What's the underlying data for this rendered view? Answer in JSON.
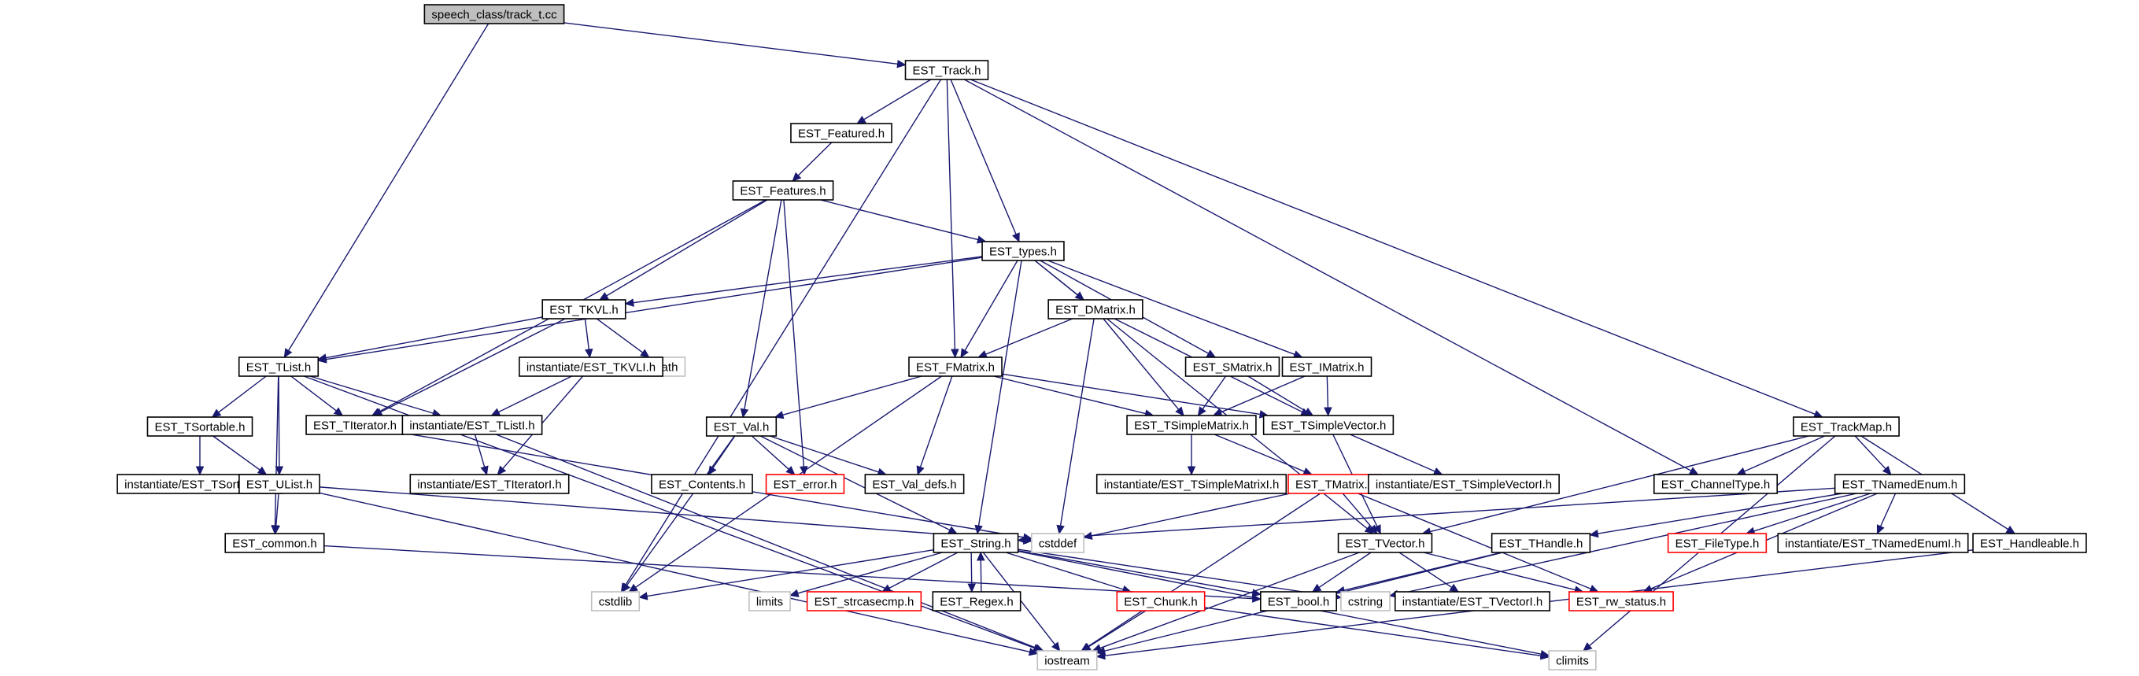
{
  "diagram": {
    "kind": "include-dependency-graph",
    "colors": {
      "edge": "#191970",
      "root_fill": "#bfbfbf",
      "normal_border": "#000000",
      "truncated_border": "#ff0000",
      "system_border": "#bfbfbf",
      "system_text": "#555555"
    },
    "nodes": [
      {
        "id": "track_t",
        "label": "speech_class/track_t.cc",
        "style": "root"
      },
      {
        "id": "track",
        "label": "EST_Track.h",
        "style": "normal"
      },
      {
        "id": "featured",
        "label": "EST_Featured.h",
        "style": "normal"
      },
      {
        "id": "features",
        "label": "EST_Features.h",
        "style": "normal"
      },
      {
        "id": "types",
        "label": "EST_types.h",
        "style": "normal"
      },
      {
        "id": "tkvl",
        "label": "EST_TKVL.h",
        "style": "normal"
      },
      {
        "id": "cmath",
        "label": "cmath",
        "style": "system"
      },
      {
        "id": "tlist",
        "label": "EST_TList.h",
        "style": "normal"
      },
      {
        "id": "inst_tkvli",
        "label": "instantiate/EST_TKVLI.h",
        "style": "normal"
      },
      {
        "id": "dmatrix",
        "label": "EST_DMatrix.h",
        "style": "normal"
      },
      {
        "id": "smatrix",
        "label": "EST_SMatrix.h",
        "style": "normal"
      },
      {
        "id": "imatrix",
        "label": "EST_IMatrix.h",
        "style": "normal"
      },
      {
        "id": "fmatrix",
        "label": "EST_FMatrix.h",
        "style": "normal"
      },
      {
        "id": "tsortable",
        "label": "EST_TSortable.h",
        "style": "normal"
      },
      {
        "id": "titerator",
        "label": "EST_TIterator.h",
        "style": "normal"
      },
      {
        "id": "inst_tlisti",
        "label": "instantiate/EST_TListI.h",
        "style": "normal"
      },
      {
        "id": "val",
        "label": "EST_Val.h",
        "style": "normal"
      },
      {
        "id": "tsimplematrix",
        "label": "EST_TSimpleMatrix.h",
        "style": "normal"
      },
      {
        "id": "tsimplevector",
        "label": "EST_TSimpleVector.h",
        "style": "normal"
      },
      {
        "id": "trackmap",
        "label": "EST_TrackMap.h",
        "style": "normal"
      },
      {
        "id": "inst_tsortablei",
        "label": "instantiate/EST_TSortableI.h",
        "style": "normal"
      },
      {
        "id": "ulist",
        "label": "EST_UList.h",
        "style": "normal"
      },
      {
        "id": "inst_titeratori",
        "label": "instantiate/EST_TIteratorI.h",
        "style": "normal"
      },
      {
        "id": "contents",
        "label": "EST_Contents.h",
        "style": "normal"
      },
      {
        "id": "error",
        "label": "EST_error.h",
        "style": "truncated"
      },
      {
        "id": "val_defs",
        "label": "EST_Val_defs.h",
        "style": "normal"
      },
      {
        "id": "inst_tsimplematrixi",
        "label": "instantiate/EST_TSimpleMatrixI.h",
        "style": "normal"
      },
      {
        "id": "tmatrix",
        "label": "EST_TMatrix.h",
        "style": "truncated"
      },
      {
        "id": "inst_tsimplevectori",
        "label": "instantiate/EST_TSimpleVectorI.h",
        "style": "normal"
      },
      {
        "id": "channeltype",
        "label": "EST_ChannelType.h",
        "style": "normal"
      },
      {
        "id": "tnamedenum",
        "label": "EST_TNamedEnum.h",
        "style": "normal"
      },
      {
        "id": "common",
        "label": "EST_common.h",
        "style": "normal"
      },
      {
        "id": "string",
        "label": "EST_String.h",
        "style": "normal"
      },
      {
        "id": "cstddef",
        "label": "cstddef",
        "style": "system"
      },
      {
        "id": "tvector",
        "label": "EST_TVector.h",
        "style": "normal"
      },
      {
        "id": "thandle",
        "label": "EST_THandle.h",
        "style": "normal"
      },
      {
        "id": "filetype",
        "label": "EST_FileType.h",
        "style": "truncated"
      },
      {
        "id": "inst_tnamedenumi",
        "label": "instantiate/EST_TNamedEnumI.h",
        "style": "normal"
      },
      {
        "id": "handleable",
        "label": "EST_Handleable.h",
        "style": "normal"
      },
      {
        "id": "cstdlib",
        "label": "cstdlib",
        "style": "system"
      },
      {
        "id": "limits",
        "label": "limits",
        "style": "system"
      },
      {
        "id": "strcasecmp",
        "label": "EST_strcasecmp.h",
        "style": "truncated"
      },
      {
        "id": "regex",
        "label": "EST_Regex.h",
        "style": "normal"
      },
      {
        "id": "chunk",
        "label": "EST_Chunk.h",
        "style": "truncated"
      },
      {
        "id": "bool",
        "label": "EST_bool.h",
        "style": "normal"
      },
      {
        "id": "cstring",
        "label": "cstring",
        "style": "system"
      },
      {
        "id": "inst_tvectori",
        "label": "instantiate/EST_TVectorI.h",
        "style": "normal"
      },
      {
        "id": "rw_status",
        "label": "EST_rw_status.h",
        "style": "truncated"
      },
      {
        "id": "iostream",
        "label": "iostream",
        "style": "system"
      },
      {
        "id": "climits",
        "label": "climits",
        "style": "system"
      }
    ],
    "edges": [
      [
        "track_t",
        "track"
      ],
      [
        "track_t",
        "tlist"
      ],
      [
        "track",
        "featured"
      ],
      [
        "track",
        "types"
      ],
      [
        "track",
        "fmatrix"
      ],
      [
        "track",
        "channeltype"
      ],
      [
        "track",
        "trackmap"
      ],
      [
        "track",
        "cstdlib"
      ],
      [
        "featured",
        "features"
      ],
      [
        "features",
        "types"
      ],
      [
        "features",
        "tkvl"
      ],
      [
        "features",
        "titerator"
      ],
      [
        "features",
        "val"
      ],
      [
        "features",
        "error"
      ],
      [
        "types",
        "tkvl"
      ],
      [
        "types",
        "tlist"
      ],
      [
        "types",
        "fmatrix"
      ],
      [
        "types",
        "dmatrix"
      ],
      [
        "types",
        "smatrix"
      ],
      [
        "types",
        "imatrix"
      ],
      [
        "types",
        "string"
      ],
      [
        "types",
        "tvector"
      ],
      [
        "tkvl",
        "tlist"
      ],
      [
        "tkvl",
        "titerator"
      ],
      [
        "tkvl",
        "inst_tkvli"
      ],
      [
        "tkvl",
        "cmath"
      ],
      [
        "inst_tkvli",
        "inst_tlisti"
      ],
      [
        "inst_tkvli",
        "inst_titeratori"
      ],
      [
        "tlist",
        "tsortable"
      ],
      [
        "tlist",
        "titerator"
      ],
      [
        "tlist",
        "inst_tlisti"
      ],
      [
        "tlist",
        "ulist"
      ],
      [
        "tlist",
        "common"
      ],
      [
        "tlist",
        "iostream"
      ],
      [
        "inst_tlisti",
        "inst_titeratori"
      ],
      [
        "inst_tlisti",
        "iostream"
      ],
      [
        "titerator",
        "cstddef"
      ],
      [
        "tsortable",
        "inst_tsortablei"
      ],
      [
        "tsortable",
        "ulist"
      ],
      [
        "ulist",
        "common"
      ],
      [
        "ulist",
        "cstddef"
      ],
      [
        "ulist",
        "iostream"
      ],
      [
        "common",
        "bool"
      ],
      [
        "dmatrix",
        "fmatrix"
      ],
      [
        "dmatrix",
        "tsimplematrix"
      ],
      [
        "dmatrix",
        "tsimplevector"
      ],
      [
        "dmatrix",
        "cstddef"
      ],
      [
        "smatrix",
        "tsimplematrix"
      ],
      [
        "smatrix",
        "tsimplevector"
      ],
      [
        "imatrix",
        "tsimplematrix"
      ],
      [
        "imatrix",
        "tsimplevector"
      ],
      [
        "fmatrix",
        "val"
      ],
      [
        "fmatrix",
        "tsimplematrix"
      ],
      [
        "fmatrix",
        "tsimplevector"
      ],
      [
        "fmatrix",
        "val_defs"
      ],
      [
        "fmatrix",
        "cstdlib"
      ],
      [
        "val",
        "contents"
      ],
      [
        "val",
        "error"
      ],
      [
        "val",
        "val_defs"
      ],
      [
        "val",
        "string"
      ],
      [
        "val",
        "cstdlib"
      ],
      [
        "tsimplematrix",
        "inst_tsimplematrixi"
      ],
      [
        "tsimplematrix",
        "tmatrix"
      ],
      [
        "tsimplevector",
        "inst_tsimplevectori"
      ],
      [
        "tsimplevector",
        "tvector"
      ],
      [
        "tmatrix",
        "tvector"
      ],
      [
        "tmatrix",
        "cstddef"
      ],
      [
        "tmatrix",
        "rw_status"
      ],
      [
        "tmatrix",
        "iostream"
      ],
      [
        "trackmap",
        "channeltype"
      ],
      [
        "trackmap",
        "tnamedenum"
      ],
      [
        "trackmap",
        "handleable"
      ],
      [
        "trackmap",
        "tvector"
      ],
      [
        "trackmap",
        "climits"
      ],
      [
        "tnamedenum",
        "filetype"
      ],
      [
        "tnamedenum",
        "inst_tnamedenumi"
      ],
      [
        "tnamedenum",
        "string"
      ],
      [
        "tnamedenum",
        "rw_status"
      ],
      [
        "tnamedenum",
        "thandle"
      ],
      [
        "tnamedenum",
        "cstring"
      ],
      [
        "string",
        "cstdlib"
      ],
      [
        "string",
        "limits"
      ],
      [
        "string",
        "strcasecmp"
      ],
      [
        "string",
        "regex"
      ],
      [
        "string",
        "chunk"
      ],
      [
        "string",
        "bool"
      ],
      [
        "string",
        "iostream"
      ],
      [
        "string",
        "climits"
      ],
      [
        "string",
        "cstring"
      ],
      [
        "regex",
        "string"
      ],
      [
        "chunk",
        "iostream"
      ],
      [
        "chunk",
        "climits"
      ],
      [
        "tvector",
        "bool"
      ],
      [
        "tvector",
        "inst_tvectori"
      ],
      [
        "tvector",
        "rw_status"
      ],
      [
        "tvector",
        "iostream"
      ],
      [
        "thandle",
        "bool"
      ],
      [
        "thandle",
        "iostream"
      ],
      [
        "handleable",
        "iostream"
      ]
    ]
  }
}
